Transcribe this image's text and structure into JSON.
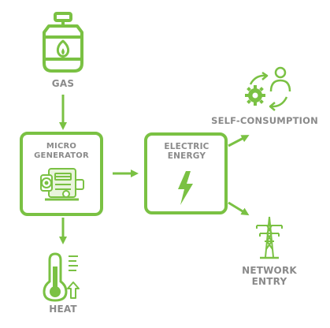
{
  "colors": {
    "accent_green": "#7ac143",
    "label_gray": "#8a8a8a"
  },
  "nodes": {
    "gas": {
      "label": "GAS",
      "icon": "gas-cylinder-icon"
    },
    "micro_generator": {
      "label_line1": "MICRO",
      "label_line2": "GENERATOR",
      "icon": "engine-icon"
    },
    "electric_energy": {
      "label_line1": "ELECTRIC",
      "label_line2": "ENERGY",
      "icon": "lightning-bolt-icon"
    },
    "self_consumption": {
      "label": "SELF-CONSUMPTION",
      "icon": "person-cycle-gear-icon"
    },
    "network_entry": {
      "label_line1": "NETWORK",
      "label_line2": "ENTRY",
      "icon": "power-pylon-icon"
    },
    "heat": {
      "label": "HEAT",
      "icon": "thermometer-icon"
    }
  }
}
